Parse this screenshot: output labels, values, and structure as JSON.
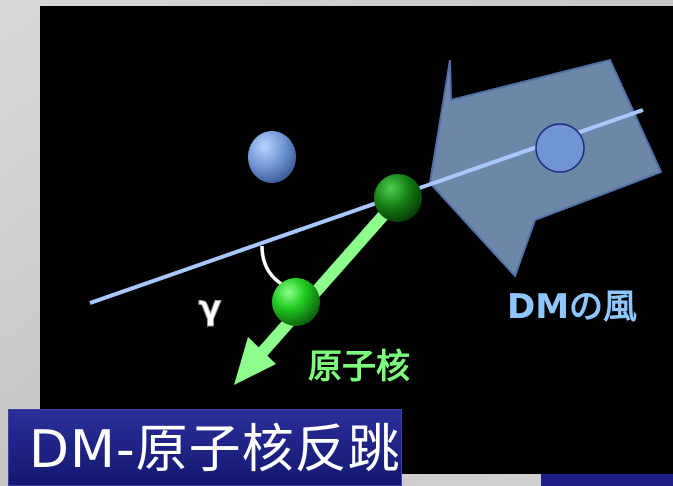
{
  "diagram": {
    "angle_label": "γ",
    "wind_label": "DMの風",
    "nucleus_label": "原子核"
  },
  "title": {
    "text": "DM-原子核反跳"
  },
  "colors": {
    "panel_bg": "#000000",
    "slide_bg": "#cfcfcf",
    "track_line": "#a8c8ff",
    "wind_arrow_fill": "#7f9fc4",
    "wind_arrow_stroke": "#4a6a9a",
    "wind_label": "#8fc6ff",
    "nucleus_green": "#22cc22",
    "recoil_arrow": "#8cff8c",
    "nucleus_label": "#7cff7c",
    "dm_particle": "#6f95d4",
    "title_bg": "#1f238a"
  }
}
